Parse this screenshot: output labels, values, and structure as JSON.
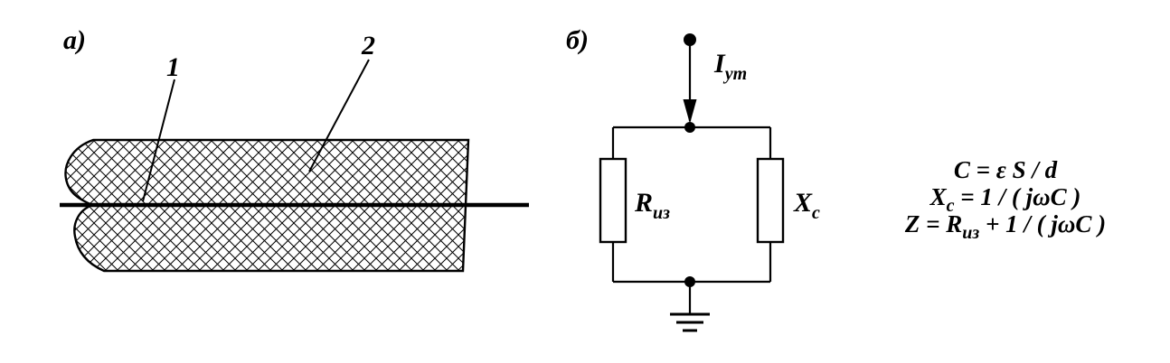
{
  "figure": {
    "part_a": {
      "label": "а)",
      "callout_1": "1",
      "callout_2": "2"
    },
    "part_b": {
      "label": "б)",
      "current_symbol": "I",
      "current_sub": "ут",
      "resistor_symbol": "R",
      "resistor_sub": "из",
      "capacitor_symbol": "X",
      "capacitor_sub": "c"
    },
    "formulas": {
      "line1": "C = ε S / d",
      "line2_sym": "X",
      "line2_sub": "c",
      "line2_rest": " = 1 / ( jωC )",
      "line3_pre": "Z = R",
      "line3_sub": "из",
      "line3_rest": " + 1 / ( jωC )"
    }
  }
}
